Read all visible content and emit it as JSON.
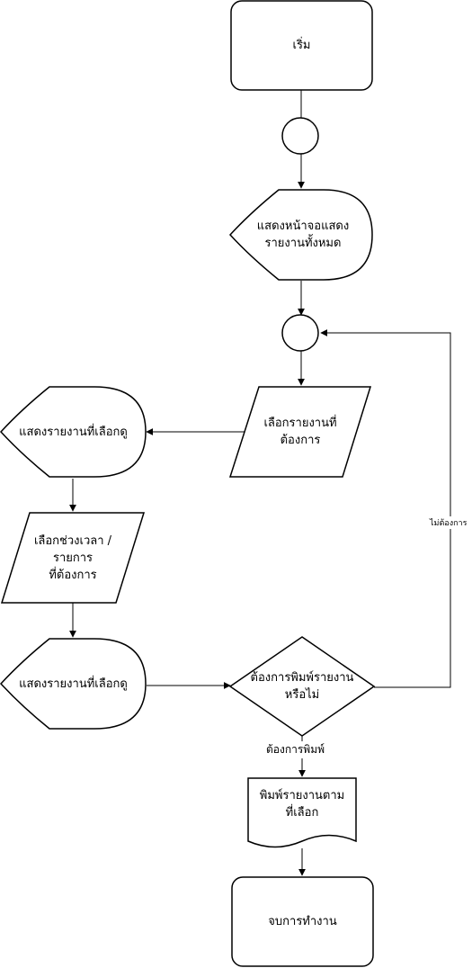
{
  "nodes": {
    "start": "เริ่ม",
    "display_all": "แสดงหน้าจอแสดง\nรายงานทั้งหมด",
    "select_report": "เลือกรายงานที่\nต้องการ",
    "show_selected_1": "แสดงรายงานที่เลือกดู",
    "select_period": "เลือกช่วงเวลา /\nรายการ\nที่ต้องการ",
    "show_selected_2": "แสดงรายงานที่เลือกดู",
    "decision_print": "ต้องการพิมพ์รายงาน\nหรือไม่",
    "print_report": "พิมพ์รายงานตาม\nที่เลือก",
    "end": "จบการทำงาน"
  },
  "edges": {
    "yes_print": "ต้องการพิมพ์",
    "no_print": "ไม่ต้องการ"
  }
}
